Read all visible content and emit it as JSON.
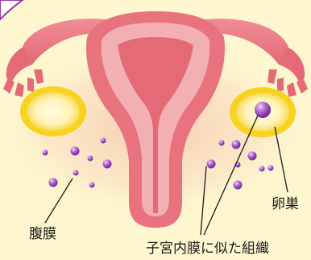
{
  "labels": {
    "ovary": "卵巣",
    "peritoneum": "腹膜",
    "endometrium_like_tissue": "子宮内膜に似た組織"
  },
  "colors": {
    "background": "#fdf6cf",
    "glow": "#f6c7b0",
    "uterus_outer": "#e8737f",
    "uterus_inner": "#f3b0b2",
    "ovary_yellow": "#f7d21e",
    "lesion_purple": "#8e3fb0"
  }
}
